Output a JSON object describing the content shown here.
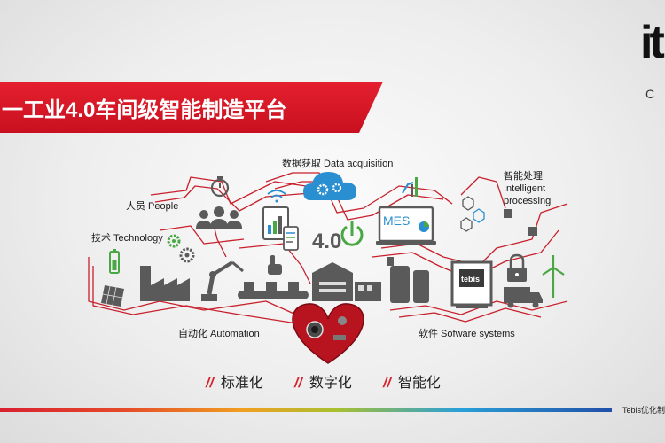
{
  "title": "一工业4.0车间级智能制造平台",
  "logo": {
    "text": "it",
    "sub": "C"
  },
  "labels": {
    "data_acquisition": "数据获取 Data acquisition",
    "people": "人员 People",
    "technology": "技术 Technology",
    "intelligent_line1": "智能处理",
    "intelligent_line2": "Intelligent",
    "intelligent_line3": "processing",
    "automation": "自动化  Automation",
    "software": "软件  Sofware systems"
  },
  "icon_text": {
    "mes": "MES",
    "industry": "4.0",
    "tebis": "tebis"
  },
  "taglines": [
    {
      "slash": "//",
      "text": "标准化"
    },
    {
      "slash": "//",
      "text": "数字化"
    },
    {
      "slash": "//",
      "text": "智能化"
    }
  ],
  "footer": "Tebis优化制",
  "colors": {
    "accent_red": "#d8202c",
    "icon_gray": "#5a5a5a",
    "icon_green": "#4aa844",
    "icon_blue": "#2a8fd0",
    "circuit": "#c8202c"
  },
  "icons": [
    "stopwatch-icon",
    "people-icon",
    "gears-icon",
    "battery-icon",
    "solar-panel-icon",
    "factory-icon",
    "robot-arm-icon",
    "wifi-icon",
    "tablet-icon",
    "cloud-gears-icon",
    "hand-touch-icon",
    "power-icon",
    "warehouse-icon",
    "mes-monitor-icon",
    "growth-chart-icon",
    "processor-icon",
    "tank-icon",
    "tebis-machine-icon",
    "lock-icon",
    "truck-icon",
    "wind-turbine-icon",
    "heart-icon",
    "conveyor-icon"
  ]
}
